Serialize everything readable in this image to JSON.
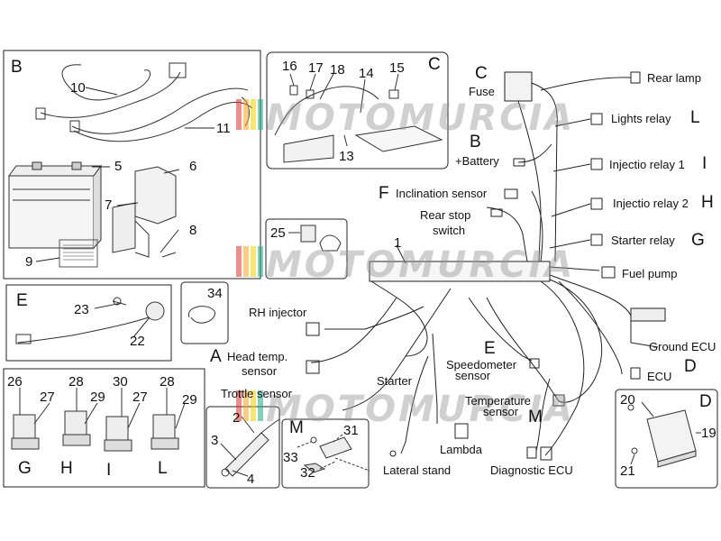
{
  "watermark": {
    "text": "MOTOMURCIA",
    "bar_colors": [
      "#d33",
      "#f5a623",
      "#f5d000",
      "#2a8"
    ]
  },
  "panels": {
    "B": {
      "letter": "B",
      "numbers": [
        "10",
        "11",
        "5",
        "6",
        "7",
        "8",
        "9"
      ]
    },
    "C": {
      "letter": "C",
      "numbers": [
        "16",
        "17",
        "18",
        "14",
        "15",
        "13"
      ]
    },
    "E": {
      "letter": "E",
      "numbers": [
        "23",
        "22"
      ]
    },
    "relays": {
      "numbers": [
        "26",
        "27",
        "28",
        "29",
        "30",
        "27",
        "28",
        "29"
      ],
      "letters": [
        "G",
        "H",
        "I",
        "L"
      ]
    },
    "throttle": {
      "numbers": [
        "2",
        "3",
        "4"
      ]
    },
    "M": {
      "letter": "M",
      "numbers": [
        "33",
        "31",
        "32"
      ]
    },
    "D": {
      "letter": "D",
      "numbers": [
        "20",
        "19",
        "21"
      ]
    },
    "misc": {
      "numbers": [
        "34",
        "25",
        "1"
      ]
    }
  },
  "harness_labels": {
    "C": "C",
    "fuse": "Fuse",
    "B": "B",
    "battery": "+Battery",
    "rear_lamp": "Rear lamp",
    "lights_relay": "Lights relay",
    "L": "L",
    "injectio_relay_1": "Injectio relay 1",
    "I": "I",
    "injectio_relay_2": "Injectio relay 2",
    "H": "H",
    "starter_relay": "Starter relay",
    "G": "G",
    "fuel_pump": "Fuel pump",
    "F": "F",
    "inclination_sensor": "Inclination sensor",
    "rear_stop_switch": "Rear stop",
    "rear_stop_switch_2": "switch",
    "rh_injector": "RH injector",
    "A": "A",
    "head_temp_sensor": "Head temp.",
    "head_temp_sensor_2": "sensor",
    "throttle": "Trottle sensor",
    "starter": "Starter",
    "E": "E",
    "speedometer_sensor": "Speedometer",
    "speedometer_sensor_2": "sensor",
    "temperature_sensor": "Temperature",
    "temperature_sensor_2": "sensor",
    "M": "M",
    "lambda": "Lambda",
    "lateral_stand": "Lateral stand",
    "diagnostic_ecu": "Diagnostic ECU",
    "ground_ecu": "Ground ECU",
    "ecu": "ECU",
    "D": "D"
  }
}
